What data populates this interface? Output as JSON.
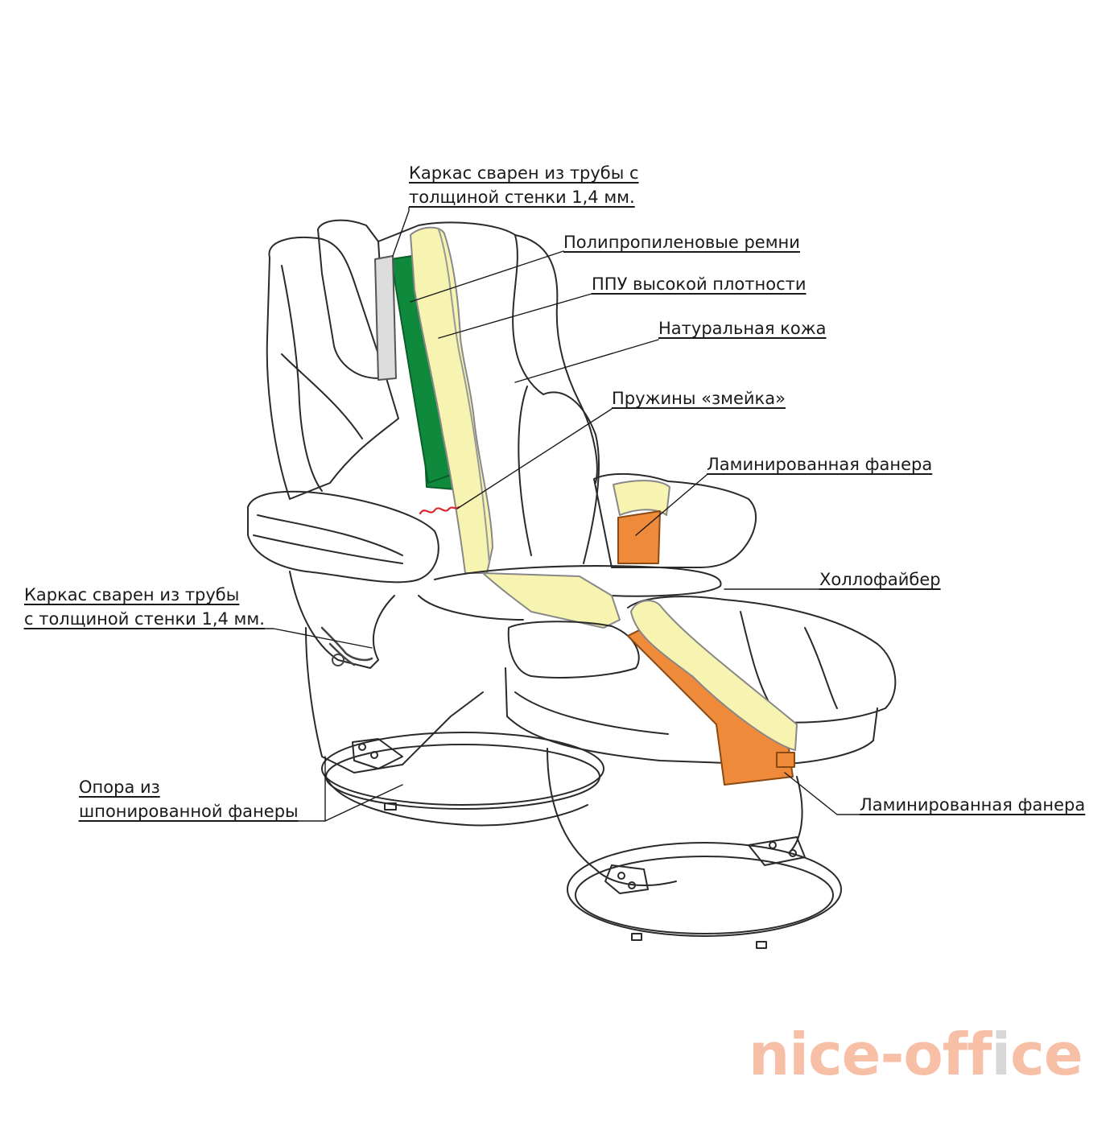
{
  "labels": {
    "frame_top_line1": "Каркас сварен из трубы с",
    "frame_top_line2": "толщиной стенки 1,4 мм.",
    "pp_belts": "Полипропиленовые ремни",
    "ppu_foam": "ППУ высокой плотности",
    "leather": "Натуральная кожа",
    "springs": "Пружины «змейка»",
    "plywood_armrest": "Ламинированная фанера",
    "hollofiber": "Холлофайбер",
    "frame_left_line1": "Каркас сварен из трубы",
    "frame_left_line2": "с толщиной стенки 1,4 мм.",
    "base_line1": "Опора из",
    "base_line2": "шпонированной фанеры",
    "plywood_ottoman": "Ламинированная фанера"
  },
  "watermark": {
    "part1": "ni",
    "part2": "ce-off",
    "part3": "i",
    "part4": "ce"
  },
  "colors": {
    "belts_green": "#0f8a3c",
    "foam_yellow": "#f7f3b0",
    "plywood_orange": "#ef8a3a",
    "outline": "#2a2a2a",
    "spring_red": "#d8262b",
    "watermark_orange": "#f28c5e",
    "watermark_gray": "#b7b7b7"
  }
}
